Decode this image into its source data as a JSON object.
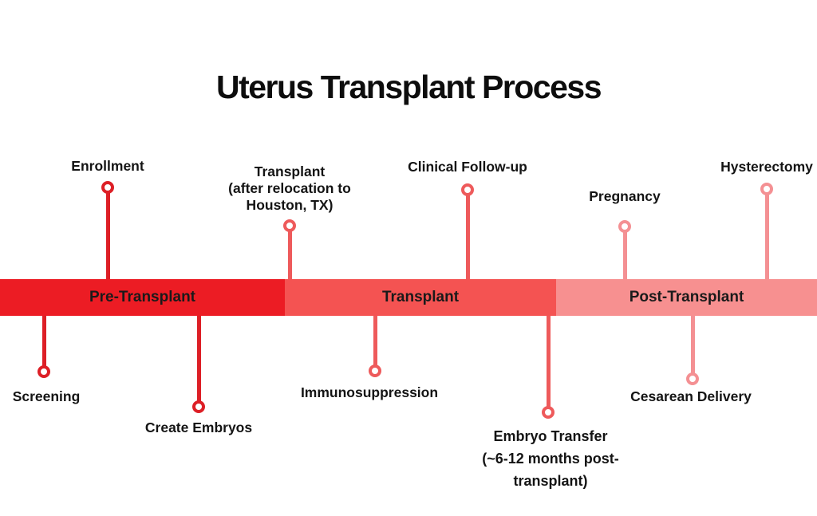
{
  "title": "Uterus Transplant Process",
  "colors": {
    "pre_bar": "#ec1c24",
    "pre_accent": "#dd1f26",
    "transplant_bar": "#f45352",
    "transplant_accent": "#ee5a5b",
    "post_bar": "#f79090",
    "post_accent": "#f49093",
    "text": "#141414"
  },
  "timeline": {
    "segments": [
      {
        "label": "Pre-Transplant",
        "phase": "pre"
      },
      {
        "label": "Transplant",
        "phase": "transplant"
      },
      {
        "label": "Post-Transplant",
        "phase": "post"
      }
    ],
    "events": [
      {
        "label": "Screening",
        "phase": "pre",
        "side": "below"
      },
      {
        "label": "Enrollment",
        "phase": "pre",
        "side": "above"
      },
      {
        "label": "Create Embryos",
        "phase": "pre",
        "side": "below"
      },
      {
        "label": "Transplant\n(after relocation to\nHouston, TX)",
        "phase": "transplant",
        "side": "above"
      },
      {
        "label": "Immunosuppression",
        "phase": "transplant",
        "side": "below"
      },
      {
        "label": "Clinical Follow-up",
        "phase": "transplant",
        "side": "above"
      },
      {
        "label": "Embryo Transfer\n(~6-12 months post-\ntransplant)",
        "phase": "transplant",
        "side": "below"
      },
      {
        "label": "Pregnancy",
        "phase": "post",
        "side": "above"
      },
      {
        "label": "Cesarean Delivery",
        "phase": "post",
        "side": "below"
      },
      {
        "label": "Hysterectomy",
        "phase": "post",
        "side": "above"
      }
    ]
  }
}
